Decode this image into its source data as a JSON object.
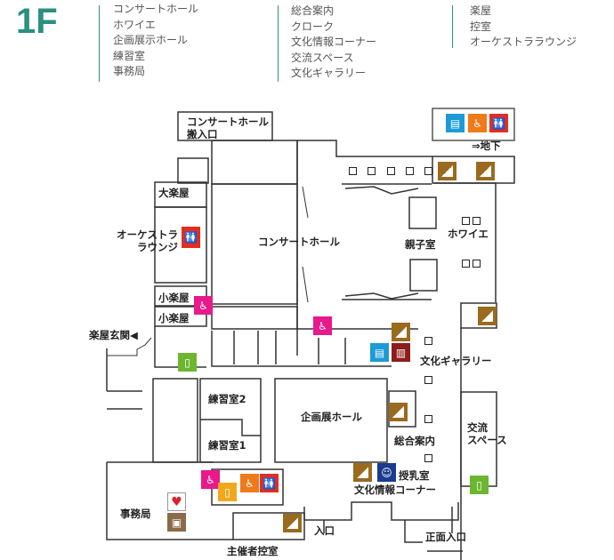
{
  "floor": "1F",
  "legend": {
    "col1": [
      "コンサートホール",
      "ホワイエ",
      "企画展示ホール",
      "練習室",
      "事務局"
    ],
    "col2": [
      "総合案内",
      "クローク",
      "文化情報コーナー",
      "交流スペース",
      "文化ギャラリー"
    ],
    "col3": [
      "楽屋",
      "控室",
      "オーケストララウンジ"
    ]
  },
  "map": {
    "loading": [
      "コンサートホール",
      "搬入口"
    ],
    "basement": "⇒地下",
    "concert_hall": "コンサートホール",
    "large_dressing": "大楽屋",
    "orchestra_lounge": [
      "オーケストラ",
      "ラウンジ"
    ],
    "small_dressing_1": "小楽屋",
    "small_dressing_2": "小楽屋",
    "stage_entrance": "楽屋玄関◀",
    "parent_child": "親子室",
    "foyer": "ホワイエ",
    "gallery": "文化ギャラリー",
    "practice2": "練習室2",
    "practice1": "練習室1",
    "exhibition": "企画展ホール",
    "info": "総合案内",
    "exchange": [
      "交流",
      "スペース"
    ],
    "nursing": "授乳室",
    "culture_info": "文化情報コーナー",
    "office": "事務局",
    "entrance": "入口",
    "main_entrance": "正面入口",
    "organizer_room": "主催者控室"
  },
  "colors": {
    "accent": "#2a9080",
    "stairs": "#9a6a1e",
    "wheelchair": "#e8198b"
  }
}
